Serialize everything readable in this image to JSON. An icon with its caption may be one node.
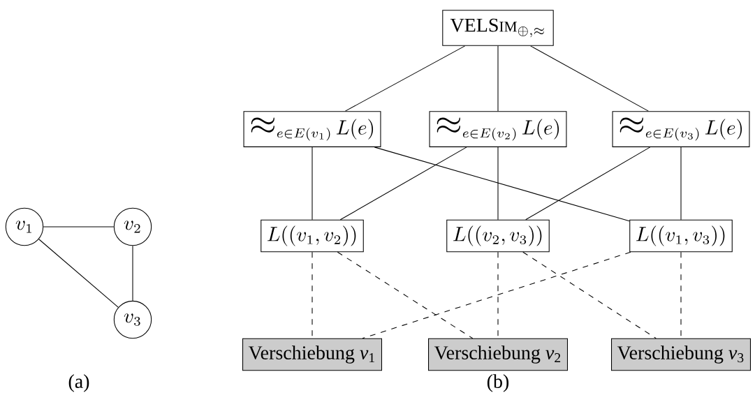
{
  "diagram": {
    "nodes": [
      {
        "text": [
          "v_1"
        ]
      },
      {
        "text": [
          "v_2"
        ]
      },
      {
        "text": [
          "v_3"
        ]
      },
      {
        "text": [
          "\\text{VELS{\\footnotesize IM}}_{\\oplus,\\approx}"
        ]
      },
      {
        "text": [
          "\\mathop{\\scalebox{1.7}{$\\approx$}}\\nolimits_{e\\in E(v_1)} L(e)"
        ]
      },
      {
        "text": [
          "\\mathop{\\scalebox{1.7}{$\\approx$}}\\nolimits_{e\\in E(v_2)} L(e)"
        ]
      },
      {
        "text": [
          "\\mathop{\\scalebox{1.7}{$\\approx$}}\\nolimits_{e\\in E(v_3)} L(e)"
        ]
      },
      {
        "text": [
          "L((v_1,v_2))"
        ]
      },
      {
        "text": [
          "L((v_2,v_3))"
        ]
      },
      {
        "text": [
          "L((v_1,v_3))"
        ]
      },
      {
        "text": [
          "Verschiebung *v*$_{1}$"
        ]
      },
      {
        "text": [
          "Verschiebung *v*$_{2}$"
        ]
      },
      {
        "text": [
          "Verschiebung *v*$_{3}$"
        ]
      }
    ],
    "edges": [
      {
        "from": 0,
        "to": 1,
        "arrow": "none"
      },
      {
        "from": 1,
        "to": 2,
        "arrow": "none"
      },
      {
        "from": 0,
        "to": 2,
        "arrow": "none"
      },
      {
        "from": 3,
        "to": 4,
        "arrow": "none"
      },
      {
        "from": 3,
        "to": 5,
        "arrow": "none"
      },
      {
        "from": 3,
        "to": 6,
        "arrow": "none"
      },
      {
        "from": 4,
        "to": 7,
        "arrow": "none"
      },
      {
        "from": 4,
        "to": 9,
        "arrow": "none"
      },
      {
        "from": 5,
        "to": 7,
        "arrow": "none"
      },
      {
        "from": 5,
        "to": 8,
        "arrow": "none"
      },
      {
        "from": 6,
        "to": 8,
        "arrow": "none"
      },
      {
        "from": 6,
        "to": 9,
        "arrow": "none"
      },
      {
        "from": 7,
        "to": 10,
        "arrow": "none",
        "style": "dashed"
      },
      {
        "from": 7,
        "to": 11,
        "arrow": "none",
        "style": "dashed"
      },
      {
        "from": 8,
        "to": 11,
        "arrow": "none",
        "style": "dashed"
      },
      {
        "from": 8,
        "to": 12,
        "arrow": "none",
        "style": "dashed"
      },
      {
        "from": 9,
        "to": 12,
        "arrow": "none",
        "style": "dashed"
      },
      {
        "from": 9,
        "to": 10,
        "arrow": "none",
        "style": "dashed"
      }
    ],
    "labels": [
      "(a)",
      "(b)"
    ]
  }
}
